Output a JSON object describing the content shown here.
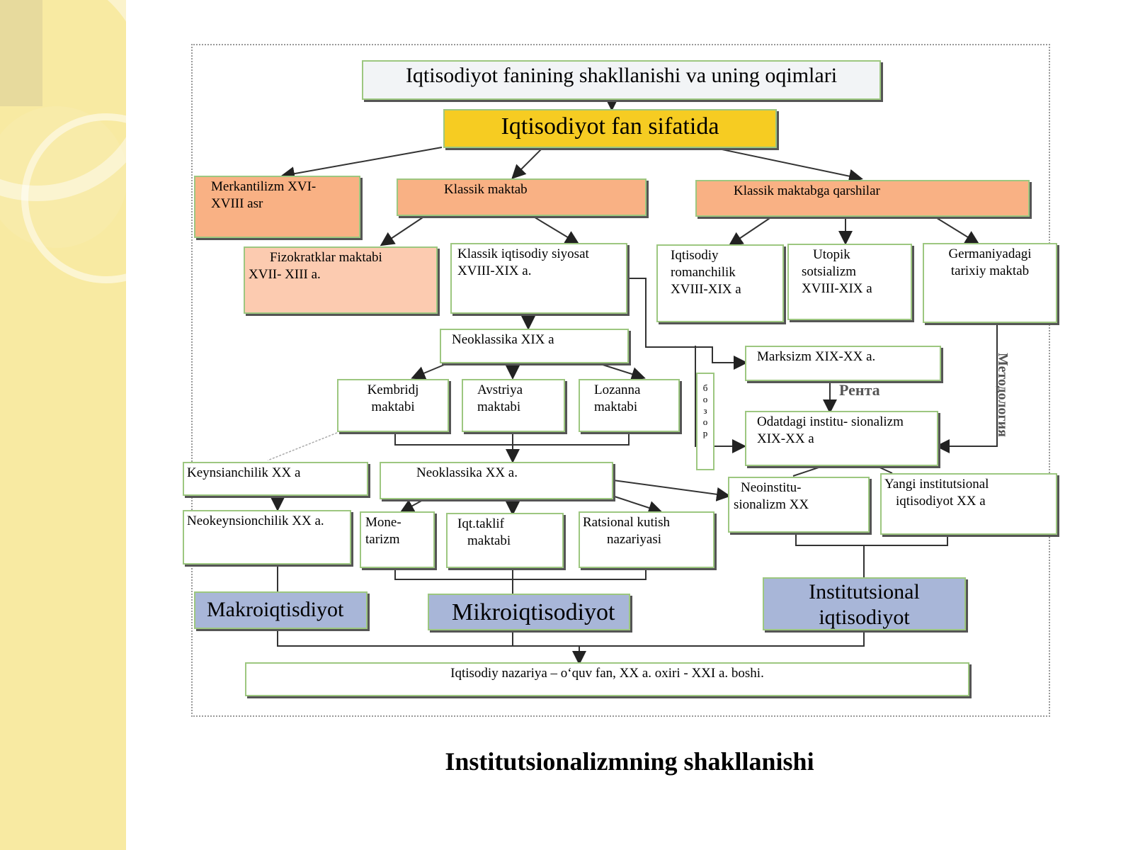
{
  "diagram": {
    "title": "Iqtisodiyot fanining shakllanishi va uning oqimlari",
    "main": "Iqtisodiyot fan sifatida",
    "merkantilizm": [
      "Merkantilizm XVI-",
      "XVIII asr"
    ],
    "klassik": "Klassik maktab",
    "qarshilar": "Klassik maktabga qarshilar",
    "fizokratlar": [
      "Fizokratklar maktabi",
      "XVII- XIII a."
    ],
    "siyosat": [
      "Klassik iqtisodiy siyosat",
      "XVIII-XIX a."
    ],
    "romanchilik": [
      "Iqtisodiy",
      "romanchilik",
      "XVIII-XIX a"
    ],
    "utopik": [
      "Utopik",
      "sotsializm",
      "XVIII-XIX a"
    ],
    "germaniya": [
      "Germaniyadagi",
      "tarixiy maktab"
    ],
    "neoklassika19": "Neoklassika XIX a",
    "marksizm": "Marksizm XIX-XX a.",
    "renta": "Рента",
    "metodologiya": "Методология",
    "bozor": [
      "б",
      "о",
      "з",
      "о",
      "р"
    ],
    "kembridj": [
      "Kembridj",
      "maktabi"
    ],
    "avstriya": [
      "Avstriya",
      "maktabi"
    ],
    "lozanna": [
      "Lozanna",
      "maktabi"
    ],
    "odatdagi": [
      "Odatdagi institu- sionalizm",
      "XIX-XX a"
    ],
    "keynsianchilik": "Keynsianchilik XX a",
    "neoklassika20": "Neoklassika XX a.",
    "neoinstitu": [
      "Neoinstitu-",
      "sionalizm XX"
    ],
    "yangi": [
      "Yangi institutsional",
      "iqtisodiyot XX a"
    ],
    "neokeynsion": "Neokeynsionchilik XX a.",
    "monetarizm": [
      "Mone-",
      "tarizm"
    ],
    "taklif": [
      "Iqt.taklif",
      "maktabi"
    ],
    "ratsional": [
      "Ratsional kutish",
      "nazariyasi"
    ],
    "makro": "Makroiqtisdiyot",
    "mikro": "Mikroiqtisodiyot",
    "institutsional": [
      "Institutsional",
      "iqtisodiyot"
    ],
    "nazariya": "Iqtisodiy nazariya – o‘quv fan, XX a. oxiri - XXI a. boshi."
  },
  "caption": "Institutsionalizmning shakllanishi"
}
